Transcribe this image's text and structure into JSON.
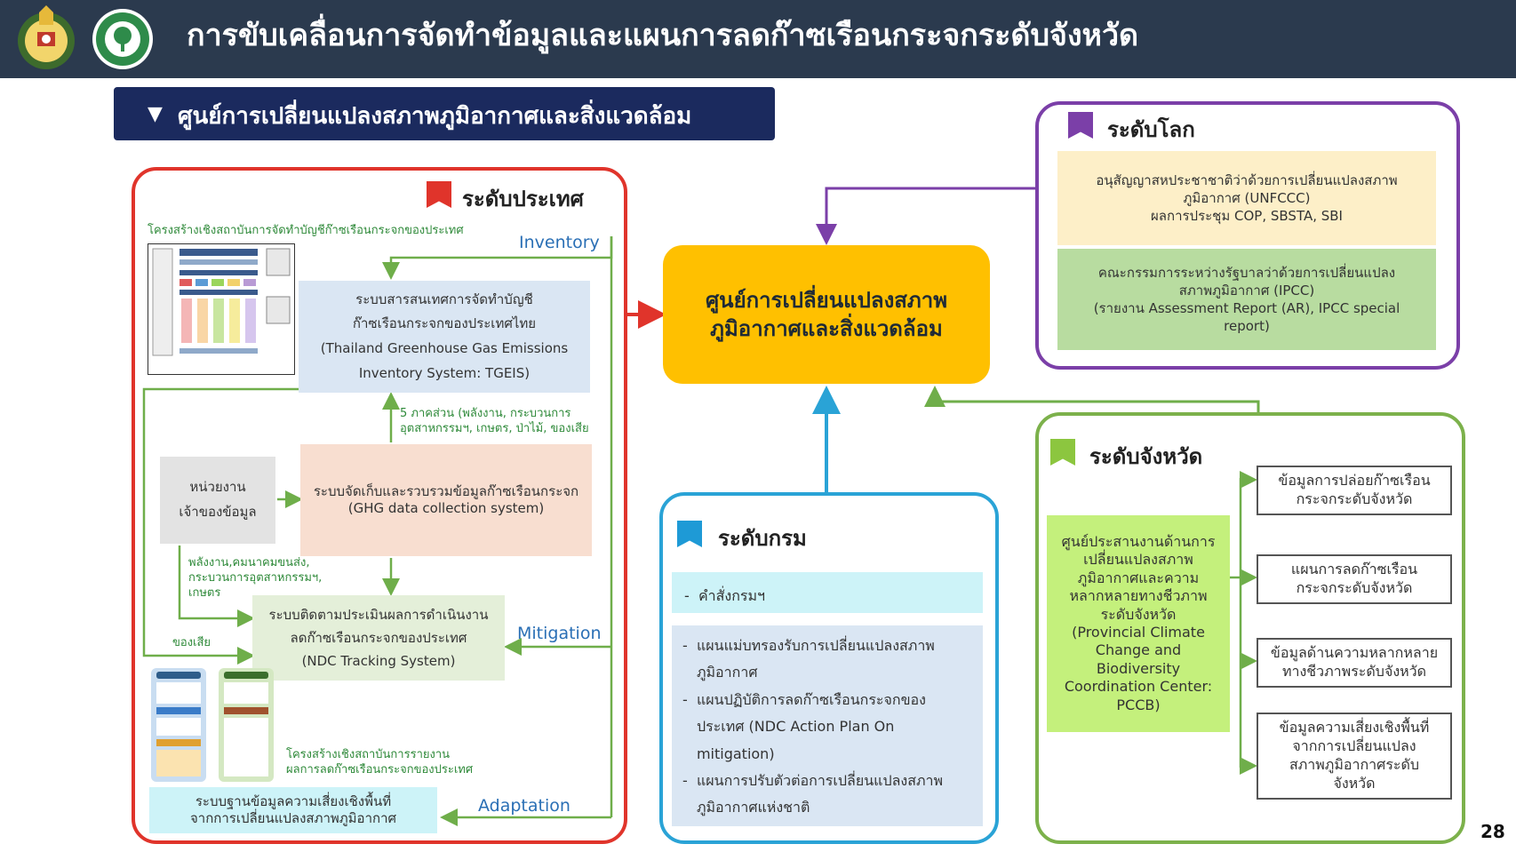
{
  "header": {
    "title": "การขับเคลื่อนการจัดทำข้อมูลและแผนการลดก๊าซเรือนกระจกระดับจังหวัด",
    "bg_color": "#2b3a4e"
  },
  "banner": {
    "icon": "filter-icon",
    "text": "ศูนย์การเปลี่ยนแปลงสภาพภูมิอากาศและสิ่งแวดล้อม"
  },
  "center": {
    "title": "ศูนย์การเปลี่ยนแปลงสภาพ\nภูมิอากาศและสิ่งแวดล้อม",
    "color": "#ffc000"
  },
  "country": {
    "title": "ระดับประเทศ",
    "flag_color": "#e0342b",
    "structure_caption": "โครงสร้างเชิงสถาบันการจัดทำบัญชีก๊าซเรือนกระจกของประเทศ",
    "inventory_label": "Inventory",
    "mitigation_label": "Mitigation",
    "adaptation_label": "Adaptation",
    "tgeis_box": "ระบบสารสนเทศการจัดทำบัญชี\nก๊าซเรือนกระจกของประเทศไทย\n(Thailand Greenhouse Gas Emissions\nInventory System: TGEIS)",
    "sectors_note": "5 ภาคส่วน (พลังงาน, กระบวนการ\nอุตสาหกรรมฯ, เกษตร, ป่าไม้, ของเสีย",
    "data_owner_box": "หน่วยงาน\nเจ้าของข้อมูล",
    "ghg_collection_box": "ระบบจัดเก็บและรวบรวมข้อมูลก๊าซเรือนกระจก\n(GHG data collection system)",
    "energy_note": "พลังงาน,คมนาคมขนส่ง,\nกระบวนการอุตสาหกรรมฯ,\nเกษตร",
    "waste_note": "ของเสีย",
    "ndc_box": "ระบบติดตามประเมินผลการดำเนินงาน\nลดก๊าซเรือนกระจกของประเทศ\n(NDC Tracking System)",
    "report_caption": "โครงสร้างเชิงสถาบันการรายงาน\nผลการลดก๊าซเรือนกระจกของประเทศ",
    "risk_db_box": "ระบบฐานข้อมูลความเสี่ยงเชิงพื้นที่\nจากการเปลี่ยนแปลงสภาพภูมิอากาศ"
  },
  "department": {
    "title": "ระดับกรม",
    "flag_color": "#1e9ad6",
    "order_item": "คำสั่งกรมฯ",
    "plans": [
      "แผนแม่บทรองรับการเปลี่ยนแปลงสภาพ\nภูมิอากาศ",
      "แผนปฏิบัติการลดก๊าซเรือนกระจกของ\nประเทศ (NDC Action Plan On\nmitigation)",
      "แผนการปรับตัวต่อการเปลี่ยนแปลงสภาพ\nภูมิอากาศแห่งชาติ"
    ]
  },
  "global": {
    "title": "ระดับโลก",
    "flag_color": "#7b3fa8",
    "unfccc": "อนุสัญญาสหประชาชาติว่าด้วยการเปลี่ยนแปลงสภาพ\nภูมิอากาศ (UNFCCC)\nผลการประชุม COP, SBSTA, SBI",
    "ipcc": "คณะกรรมการระหว่างรัฐบาลว่าด้วยการเปลี่ยนแปลง\nสภาพภูมิอากาศ (IPCC)\n(รายงาน Assessment Report (AR), IPCC special\nreport)"
  },
  "province": {
    "title": "ระดับจังหวัด",
    "flag_color": "#8cc63f",
    "pccb": "ศูนย์ประสานงานด้านการ\nเปลี่ยนแปลงสภาพ\nภูมิอากาศและความ\nหลากหลายทางชีวภาพ\nระดับจังหวัด\n(Provincial Climate\nChange and\nBiodiversity\nCoordination Center:\nPCCB)",
    "outputs": [
      "ข้อมูลการปล่อยก๊าซเรือน\nกระจกระดับจังหวัด",
      "แผนการลดก๊าซเรือน\nกระจกระดับจังหวัด",
      "ข้อมูลด้านความหลากหลาย\nทางชีวภาพระดับจังหวัด",
      "ข้อมูลความเสี่ยงเชิงพื้นที่\nจากการเปลี่ยนแปลง\nสภาพภูมิอากาศระดับ\nจังหวัด"
    ]
  },
  "page_number": "28"
}
